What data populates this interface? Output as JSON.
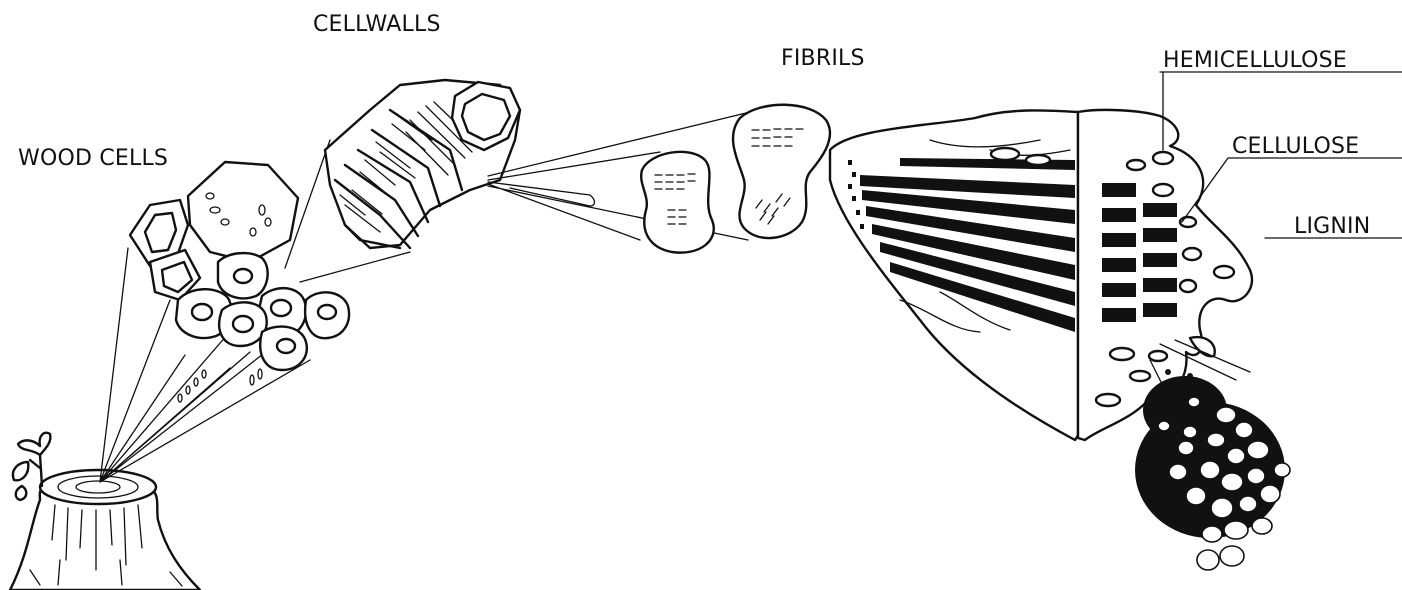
{
  "labels": {
    "wood_cells": "WOOD CELLS",
    "cellwalls": "CELLWALLS",
    "fibrils": "FIBRILS",
    "hemicellulose": "HEMICELLULOSE",
    "cellulose": "CELLULOSE",
    "lignin": "LIGNIN"
  },
  "colors": {
    "ink": "#111111",
    "background": "#ffffff"
  }
}
